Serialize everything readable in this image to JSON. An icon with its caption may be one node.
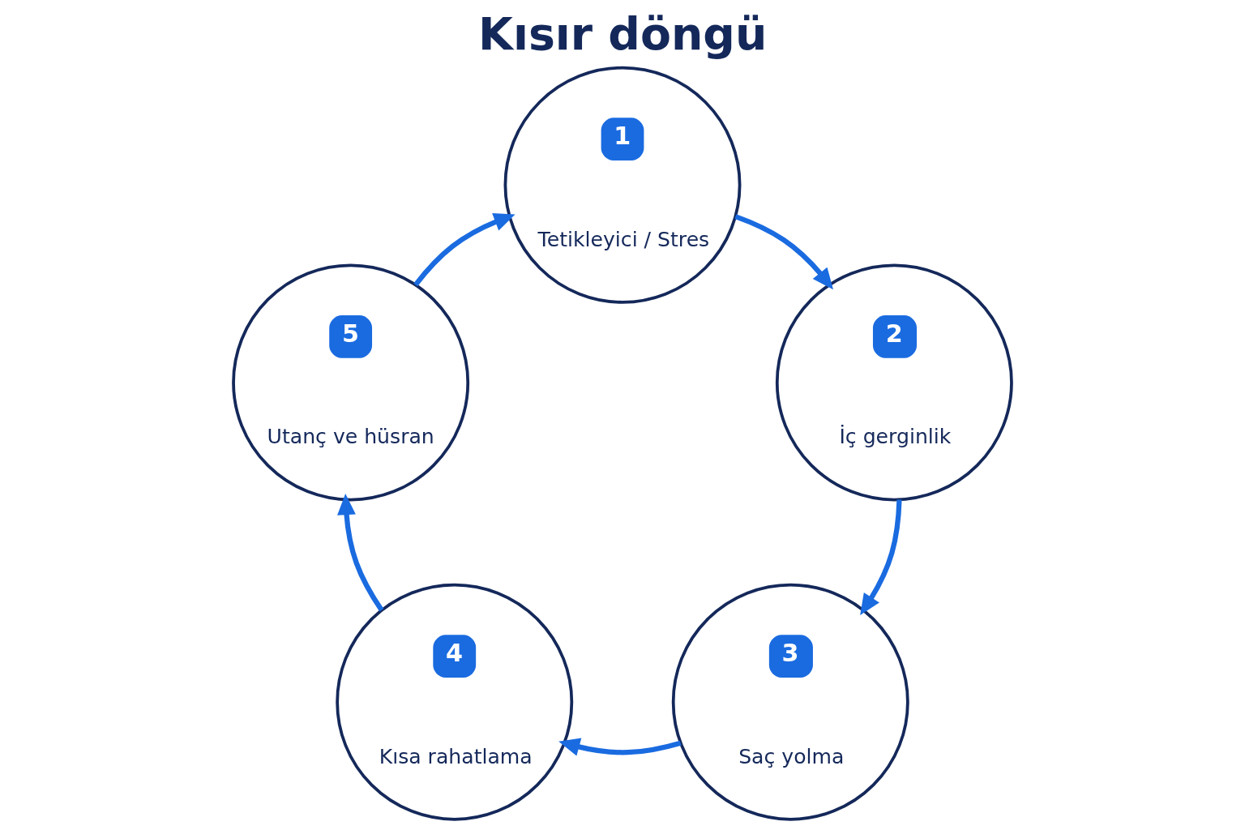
{
  "diagram": {
    "title": "Kısır döngü",
    "nodes": [
      {
        "text": [
          "1",
          "Tetikleyici / Stres"
        ]
      },
      {
        "text": [
          "2",
          "İç gerginlik"
        ]
      },
      {
        "text": [
          "3",
          "Saç yolma"
        ]
      },
      {
        "text": [
          "4",
          "Kısa rahatlama"
        ]
      },
      {
        "text": [
          "5",
          "Utanç ve hüsran"
        ]
      }
    ],
    "edges": [
      {
        "from": 0,
        "to": 1,
        "arrow": "to"
      },
      {
        "from": 1,
        "to": 2,
        "arrow": "to"
      },
      {
        "from": 2,
        "to": 3,
        "arrow": "to"
      },
      {
        "from": 3,
        "to": 4,
        "arrow": "to"
      },
      {
        "from": 4,
        "to": 0,
        "arrow": "to"
      }
    ]
  }
}
